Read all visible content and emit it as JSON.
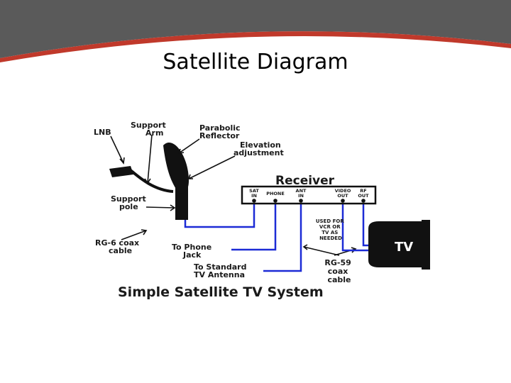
{
  "slide": {
    "title": "Satellite Diagram"
  },
  "colors": {
    "header_gray": "#5a5a5a",
    "header_red": "#c0392b",
    "cable_blue": "#1c2bd6",
    "ink": "#111111"
  },
  "diagram": {
    "labels": {
      "lnb": "LNB",
      "support_arm": [
        "Support",
        "Arm"
      ],
      "parabolic_reflector": [
        "Parabolic",
        "Reflector"
      ],
      "elevation_adjustment": [
        "Elevation",
        "adjustment"
      ],
      "support_pole": [
        "Support",
        "pole"
      ],
      "rg6": [
        "RG-6 coax",
        "cable"
      ],
      "to_phone": [
        "To Phone",
        "Jack"
      ],
      "to_antenna": [
        "To Standard",
        "TV Antenna"
      ],
      "used_for": [
        "USED FOR",
        "VCR OR",
        "TV AS",
        "NEEDED"
      ],
      "rg59": [
        "RG-59",
        "coax",
        "cable"
      ],
      "caption": "Simple Satellite TV System"
    },
    "receiver": {
      "title": "Receiver",
      "ports": [
        [
          "SAT",
          "IN"
        ],
        [
          "PHONE"
        ],
        [
          "ANT",
          "IN"
        ],
        [
          "VIDEO",
          "OUT"
        ],
        [
          "RF",
          "OUT"
        ]
      ]
    },
    "tv_label": "TV"
  }
}
